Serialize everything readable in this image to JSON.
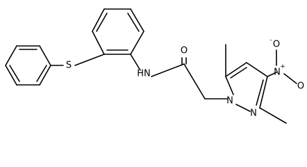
{
  "atoms": {
    "sulfur": "S",
    "amide_nh": "HN",
    "carbonyl_o": "O",
    "pyrazole_n1": "N",
    "pyrazole_n2": "N",
    "nitro_n": "N",
    "nitro_n_charge": "+",
    "nitro_o_top": "O",
    "nitro_o_top_charge": "-",
    "nitro_o_bottom": "O"
  }
}
